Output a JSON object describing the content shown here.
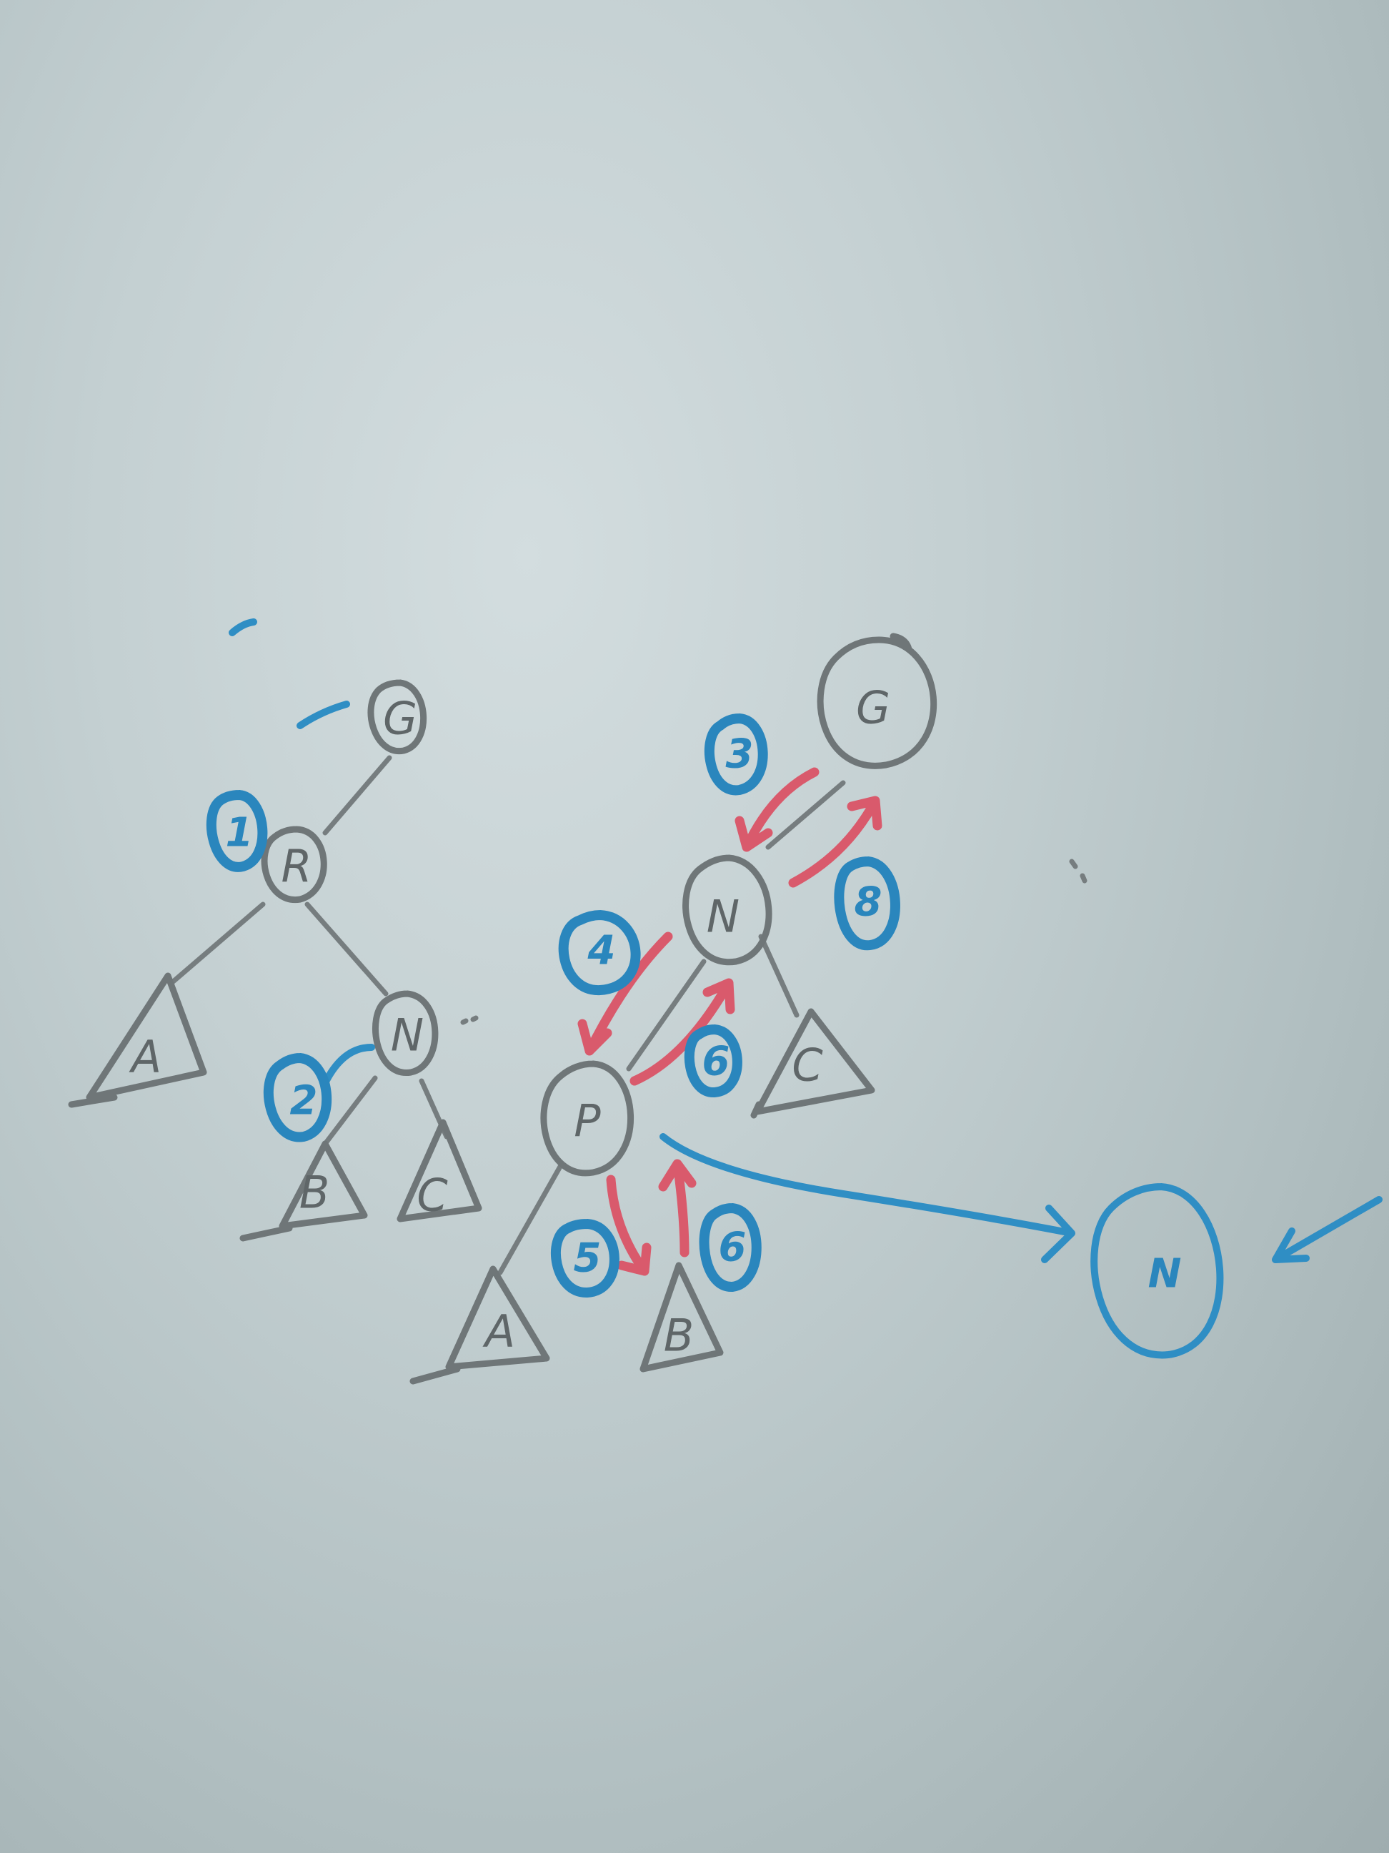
{
  "board": {
    "left_tree": {
      "nodes": [
        "G",
        "R",
        "N"
      ],
      "subtrees": [
        "A",
        "B",
        "C"
      ],
      "step_markers": [
        "1",
        "2"
      ]
    },
    "right_tree": {
      "nodes": [
        "G",
        "N",
        "P"
      ],
      "subtrees": [
        "A",
        "B",
        "C"
      ],
      "step_markers": [
        "3",
        "4",
        "5",
        "6",
        "6",
        "8"
      ]
    },
    "detached_node": "N",
    "colors": {
      "board": "#c4d0d2",
      "gray_marker": "#6f7678",
      "blue_marker": "#2f8ec4",
      "red_marker": "#d95a6c"
    }
  }
}
